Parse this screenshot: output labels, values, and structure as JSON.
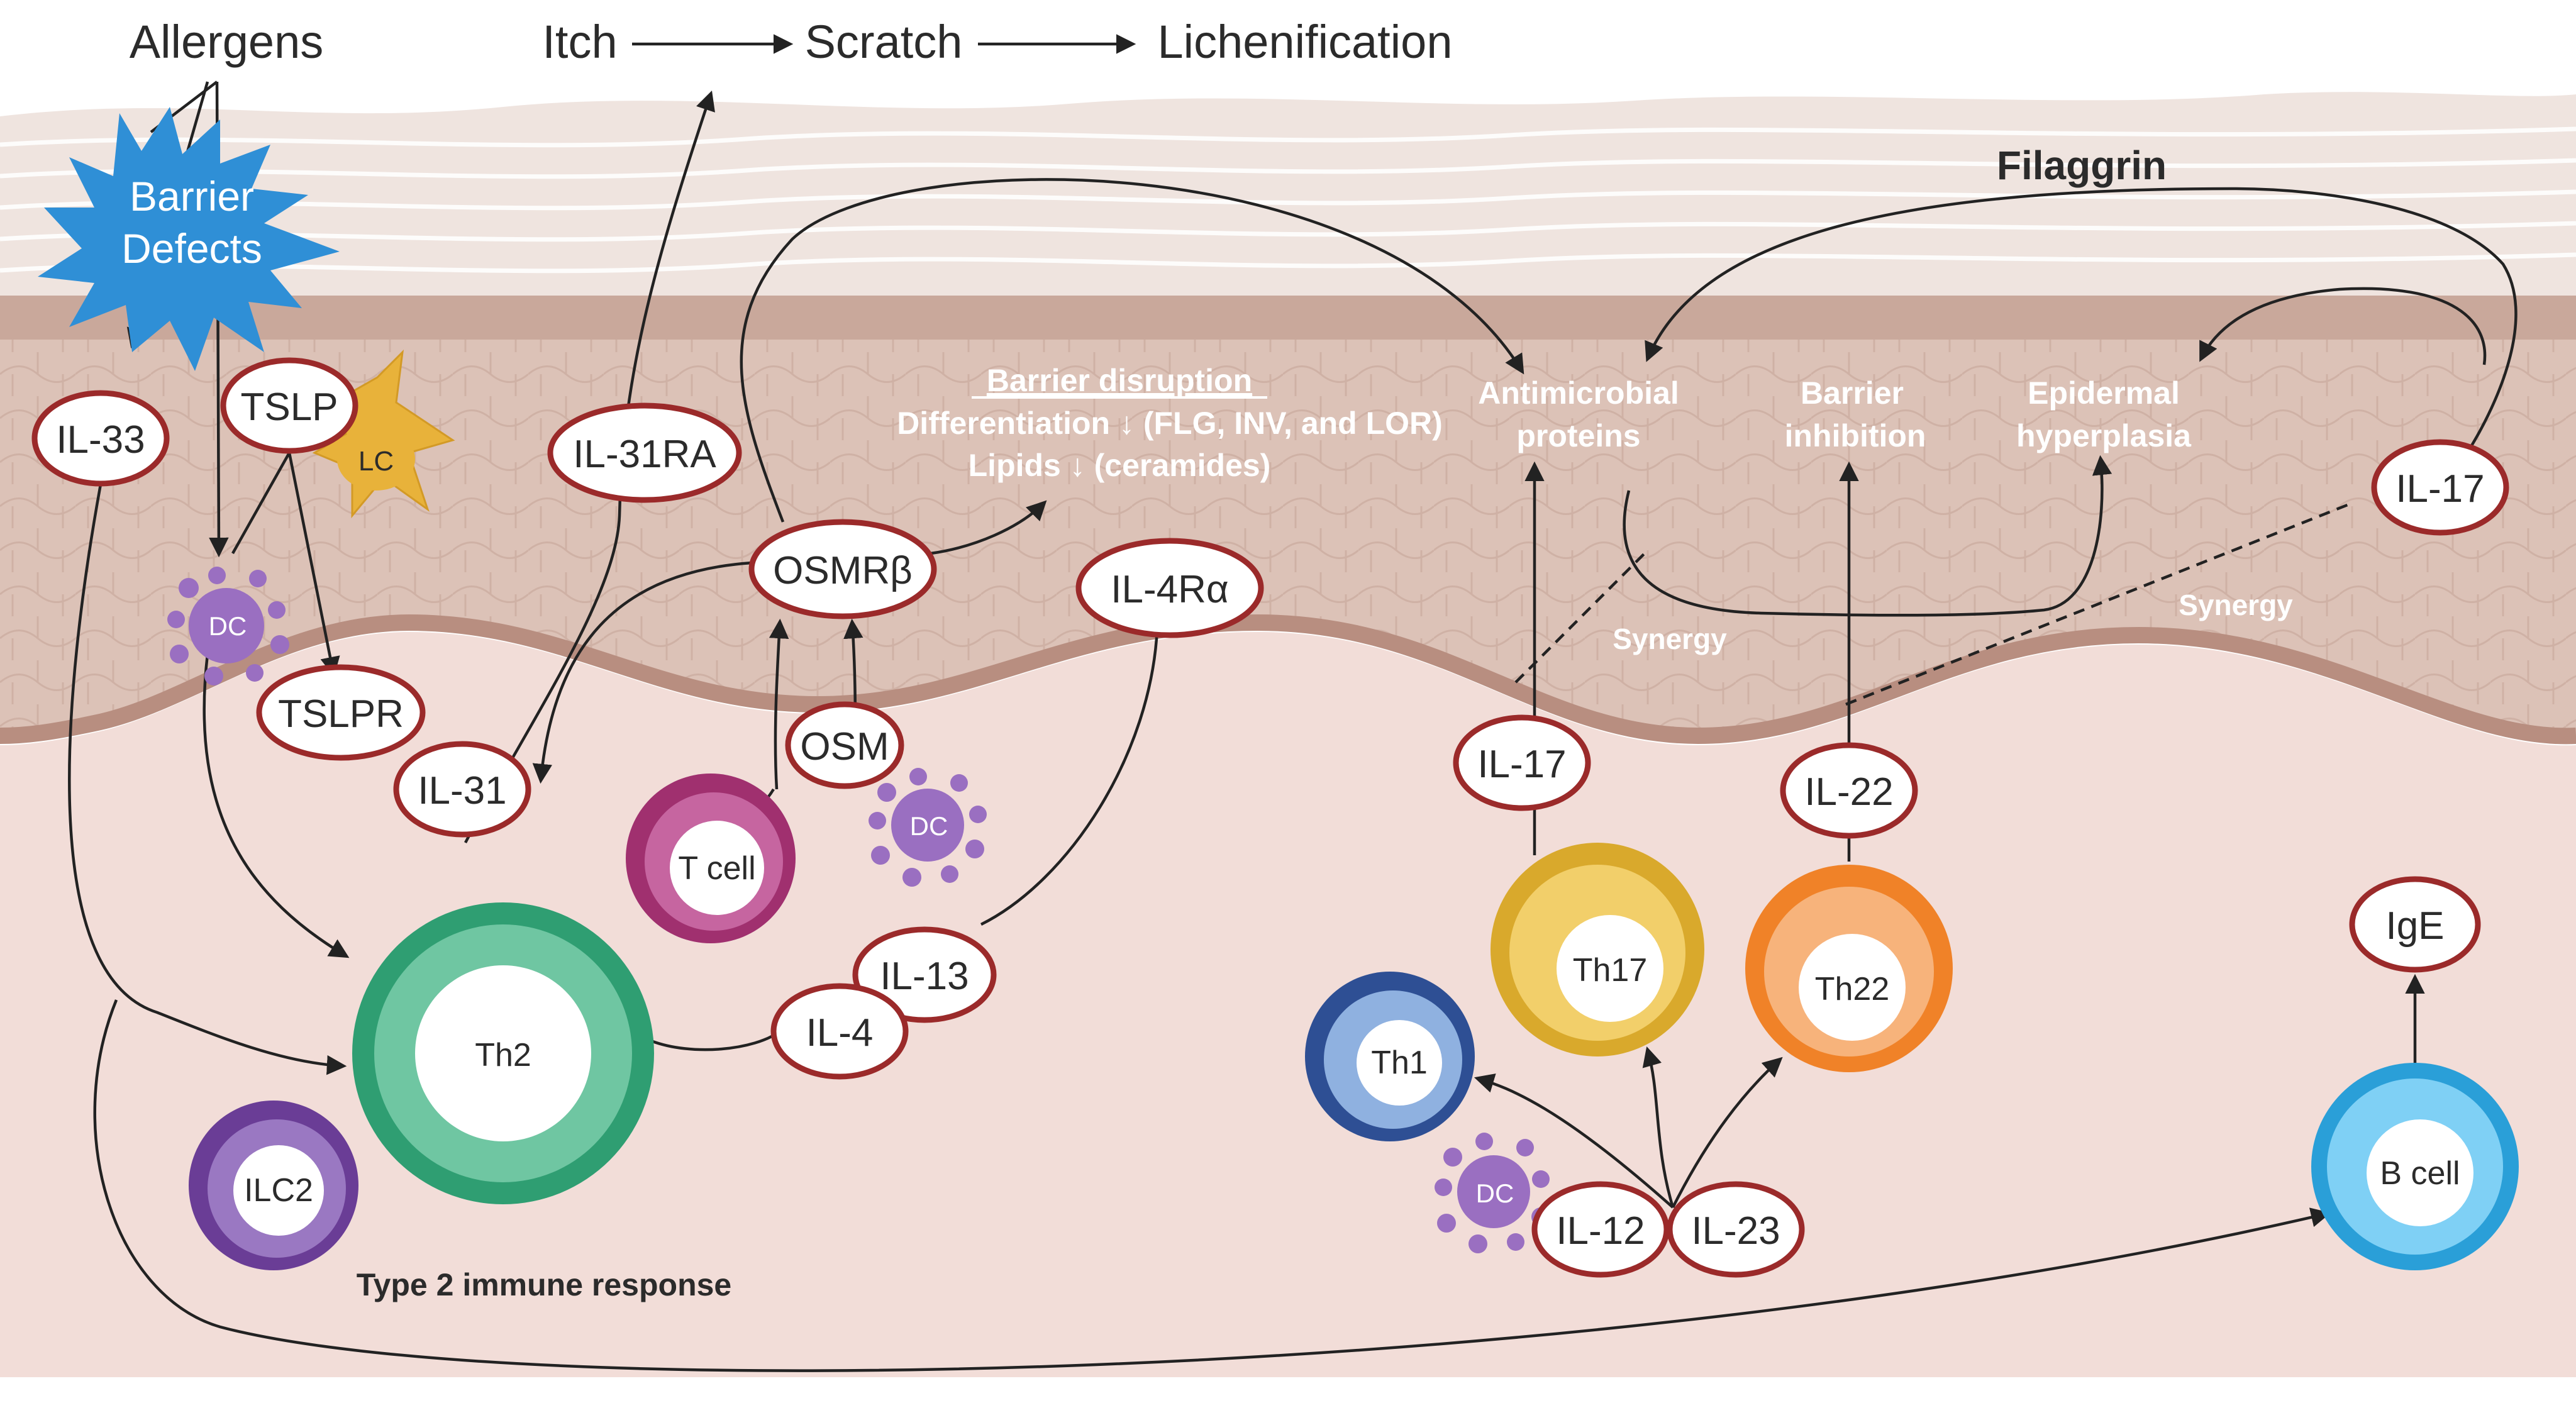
{
  "top": {
    "allergens": "Allergens",
    "itch": "Itch",
    "scratch": "Scratch",
    "lichenification": "Lichenification"
  },
  "barrier_defects": {
    "line1": "Barrier",
    "line2": "Defects"
  },
  "filaggrin": "Filaggrin",
  "barrier_disruption": {
    "heading": "Barrier disruption",
    "line1": "Differentiation ↓ (FLG, INV, and LOR)",
    "line2": "Lipids ↓ (ceramides)"
  },
  "effects": {
    "antimicrobial_1": "Antimicrobial",
    "antimicrobial_2": "proteins",
    "barrier_1": "Barrier",
    "barrier_2": "inhibition",
    "epidermal_1": "Epidermal",
    "epidermal_2": "hyperplasia"
  },
  "synergy_left": "Synergy",
  "synergy_right": "Synergy",
  "type2_response": "Type 2 immune response",
  "pills": {
    "il33": "IL-33",
    "tslp": "TSLP",
    "tslpr": "TSLPR",
    "il31ra": "IL-31RA",
    "il31": "IL-31",
    "osmrb": "OSMRβ",
    "osm": "OSM",
    "il4ra": "IL-4Rα",
    "il13": "IL-13",
    "il4": "IL-4",
    "il17_upper": "IL-17",
    "il17_lower": "IL-17",
    "il22": "IL-22",
    "il12": "IL-12",
    "il23": "IL-23",
    "ige": "IgE"
  },
  "cells": {
    "lc": "LC",
    "dc_left": "DC",
    "dc_mid": "DC",
    "dc_right": "DC",
    "th2": "Th2",
    "tcell": "T cell",
    "ilc2": "ILC2",
    "th17": "Th17",
    "th22": "Th22",
    "th1": "Th1",
    "bcell": "B cell"
  },
  "colors": {
    "pill_border": "#9b2a2a",
    "star": "#2f8fd6",
    "dc": "#9a6fc1",
    "lc": "#e8b23a",
    "th2": "#2f9e72",
    "tcell": "#a0306f",
    "ilc2": "#6a3d96",
    "th17": "#d9a92c",
    "th22": "#f08228",
    "th1": "#2e4f94",
    "bcell": "#2a9fd8"
  }
}
